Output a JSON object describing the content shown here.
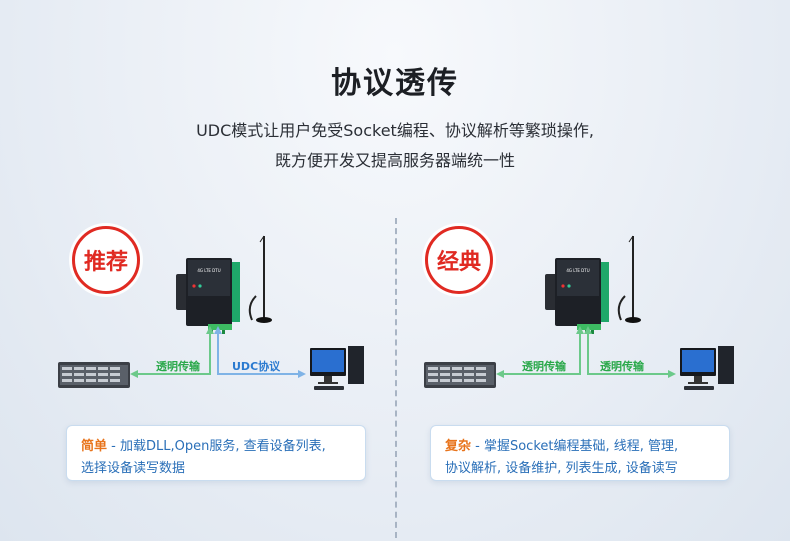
{
  "header": {
    "title": "协议透传",
    "subtitle_line1": "UDC模式让用户免受Socket编程、协议解析等繁琐操作,",
    "subtitle_line2": "既方便开发又提高服务器端统一性"
  },
  "left": {
    "badge": "推荐",
    "device_label1": "4G LTE DTU",
    "arrow_label_left": "透明传输",
    "arrow_label_right": "UDC协议",
    "panel_keyword": "简单",
    "panel_line1_rest": " - 加载DLL,Open服务, 查看设备列表,",
    "panel_line2": "选择设备读写数据"
  },
  "right": {
    "badge": "经典",
    "device_label1": "4G LTE DTU",
    "arrow_label_left": "透明传输",
    "arrow_label_right": "透明传输",
    "panel_keyword": "复杂",
    "panel_line1_rest": " - 掌握Socket编程基础, 线程, 管理,",
    "panel_line2": "协议解析, 设备维护, 列表生成, 设备读写"
  },
  "colors": {
    "badge_red": "#e02a22",
    "arrow_green": "#2aa84a",
    "arrow_blue": "#2a7ad0",
    "keyword_orange": "#e8741c",
    "panel_text_blue": "#2a6fb8"
  }
}
